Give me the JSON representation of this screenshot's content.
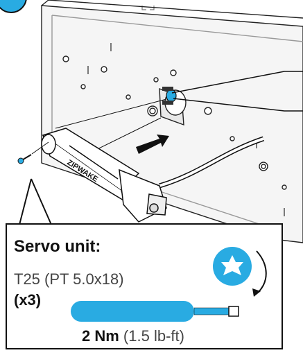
{
  "callout": {
    "title": "Servo unit:",
    "fastener": "T25 (PT 5.0x18)",
    "quantity": "(x3)",
    "torque_value": "2 Nm",
    "torque_imperial": "(1.5 lb-ft)"
  },
  "product": {
    "brand_on_servo": "ZIPWAKE"
  },
  "colors": {
    "accent": "#29abe2",
    "line": "#111111",
    "panel": "#f4f4f4"
  },
  "icons": [
    "step-badge-icon",
    "torx-bit-icon",
    "rotation-arrow-icon",
    "insertion-arrow-icon",
    "screwdriver-icon"
  ]
}
